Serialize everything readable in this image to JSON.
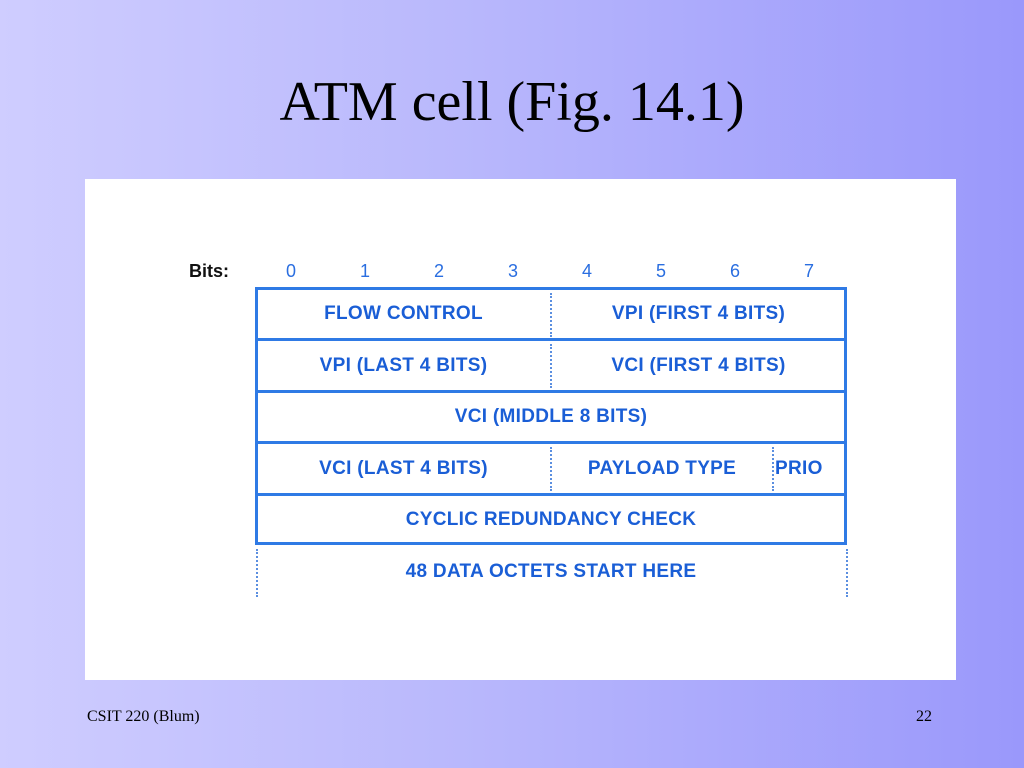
{
  "slide": {
    "title": "ATM cell (Fig. 14.1)",
    "footer_left": "CSIT 220 (Blum)",
    "page_number": "22"
  },
  "figure": {
    "bits_label": "Bits:",
    "bit_numbers": [
      "0",
      "1",
      "2",
      "3",
      "4",
      "5",
      "6",
      "7"
    ],
    "rows": {
      "r1_left": "FLOW CONTROL",
      "r1_right": "VPI (FIRST 4 BITS)",
      "r2_left": "VPI (LAST 4 BITS)",
      "r2_right": "VCI (FIRST 4 BITS)",
      "r3": "VCI (MIDDLE 8 BITS)",
      "r4_left": "VCI (LAST 4 BITS)",
      "r4_mid": "PAYLOAD TYPE",
      "r4_right": "PRIO",
      "r5": "CYCLIC REDUNDANCY CHECK",
      "r6": "48 DATA OCTETS START HERE"
    },
    "colors": {
      "line": "#2f7ae5",
      "text": "#1a5ed6"
    }
  }
}
